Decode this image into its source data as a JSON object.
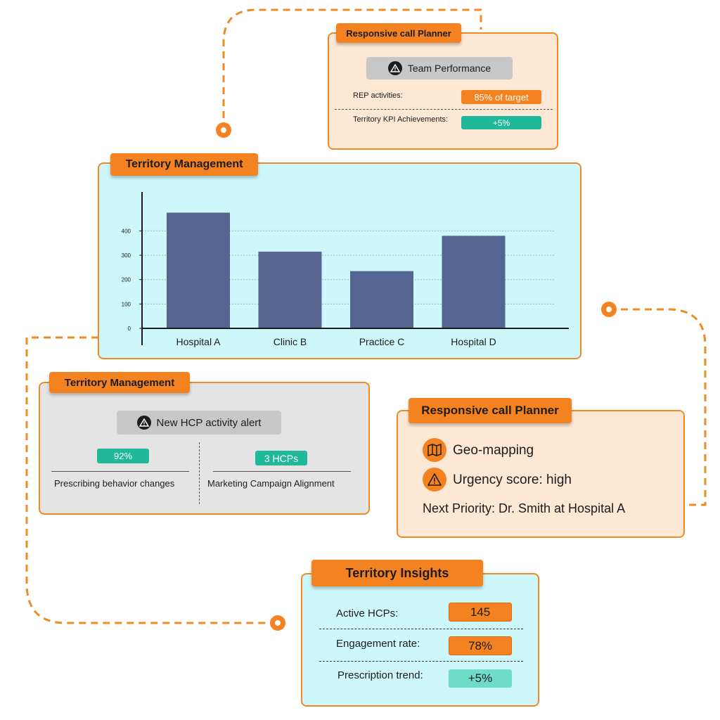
{
  "colors": {
    "accent": "#f58220",
    "border": "#f08a24",
    "peach": "#fde8d6",
    "cyan": "#cdf7fb",
    "grey": "#e4e4e4",
    "bar": "#546591",
    "green": "#1fb89a",
    "mint": "#6edcc6"
  },
  "planner_top": {
    "title": "Responsive call Planner",
    "alert": "Team Performance",
    "alert_icon": "warning-icon",
    "rows": [
      {
        "label": "REP activities:",
        "value": "85% of target"
      },
      {
        "label": "Territory KPI Achievements:",
        "value": "+5%"
      }
    ]
  },
  "territory_chart": {
    "title": "Territory Management"
  },
  "chart_data": {
    "type": "bar",
    "categories": [
      "Hospital A",
      "Clinic B",
      "Practice C",
      "Hospital D"
    ],
    "values": [
      475,
      315,
      235,
      380
    ],
    "yticks": [
      0,
      100,
      200,
      300,
      400
    ],
    "ylim": [
      0,
      560
    ],
    "grid": true,
    "xlabel": "",
    "ylabel": ""
  },
  "hcp_alert": {
    "title": "Territory Management",
    "alert": "New HCP activity alert",
    "alert_icon": "warning-icon",
    "metrics": [
      {
        "value": "92%",
        "label": "Prescribing behavior changes"
      },
      {
        "value": "3 HCPs",
        "label": "Marketing Campaign Alignment"
      }
    ]
  },
  "planner_right": {
    "title": "Responsive call Planner",
    "items": [
      {
        "icon": "map-icon",
        "label": "Geo-mapping"
      },
      {
        "icon": "warning-icon",
        "label": "Urgency score: high"
      }
    ],
    "next_priority": "Next Priority: Dr. Smith at Hospital A"
  },
  "insights": {
    "title": "Territory Insights",
    "rows": [
      {
        "label": "Active HCPs:",
        "value": "145"
      },
      {
        "label": "Engagement rate:",
        "value": "78%"
      },
      {
        "label": "Prescription trend:",
        "value": "+5%"
      }
    ]
  }
}
